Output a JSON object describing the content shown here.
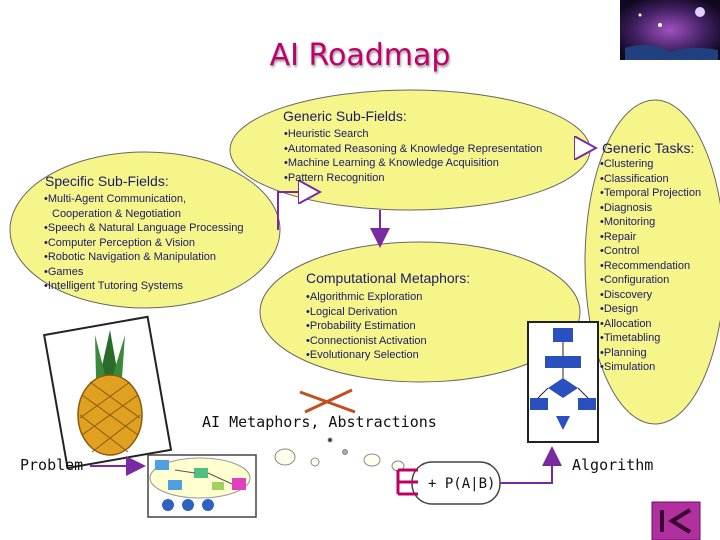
{
  "title": "AI Roadmap",
  "generic_subfields": {
    "heading": "Generic Sub-Fields:",
    "items": [
      "Heuristic Search",
      "Automated Reasoning & Knowledge Representation",
      "Machine Learning & Knowledge Acquisition",
      "Pattern Recognition"
    ]
  },
  "specific_subfields": {
    "heading": "Specific Sub-Fields:",
    "items": [
      "Multi-Agent Communication,",
      "Cooperation & Negotiation",
      "Speech & Natural Language Processing",
      "Computer Perception & Vision",
      "Robotic Navigation & Manipulation",
      "Games",
      "Intelligent Tutoring Systems"
    ]
  },
  "computational_metaphors": {
    "heading": "Computational Metaphors:",
    "items": [
      "Algorithmic Exploration",
      "Logical Derivation",
      "Probability Estimation",
      "Connectionist Activation",
      "Evolutionary Selection"
    ]
  },
  "generic_tasks": {
    "heading": "Generic Tasks:",
    "items": [
      "Clustering",
      "Classification",
      "Temporal Projection",
      "Diagnosis",
      "Monitoring",
      "Repair",
      "Control",
      "Recommendation",
      "Configuration",
      "Discovery",
      "Design",
      "Allocation",
      "Timetabling",
      "Planning",
      "Simulation"
    ]
  },
  "bottom": {
    "metaphors_label": "AI Metaphors, Abstractions",
    "problem_label": "Problem",
    "algorithm_label": "Algorithm",
    "formula": "+ P(A|B)"
  },
  "colors": {
    "ellipse_fill": "#f5f58a",
    "title": "#c0006a",
    "arrow": "#7a2aa0"
  },
  "icons": [
    "pineapple-icon",
    "flowchart-icon",
    "galaxy-logo-icon",
    "navigation-first-icon"
  ]
}
